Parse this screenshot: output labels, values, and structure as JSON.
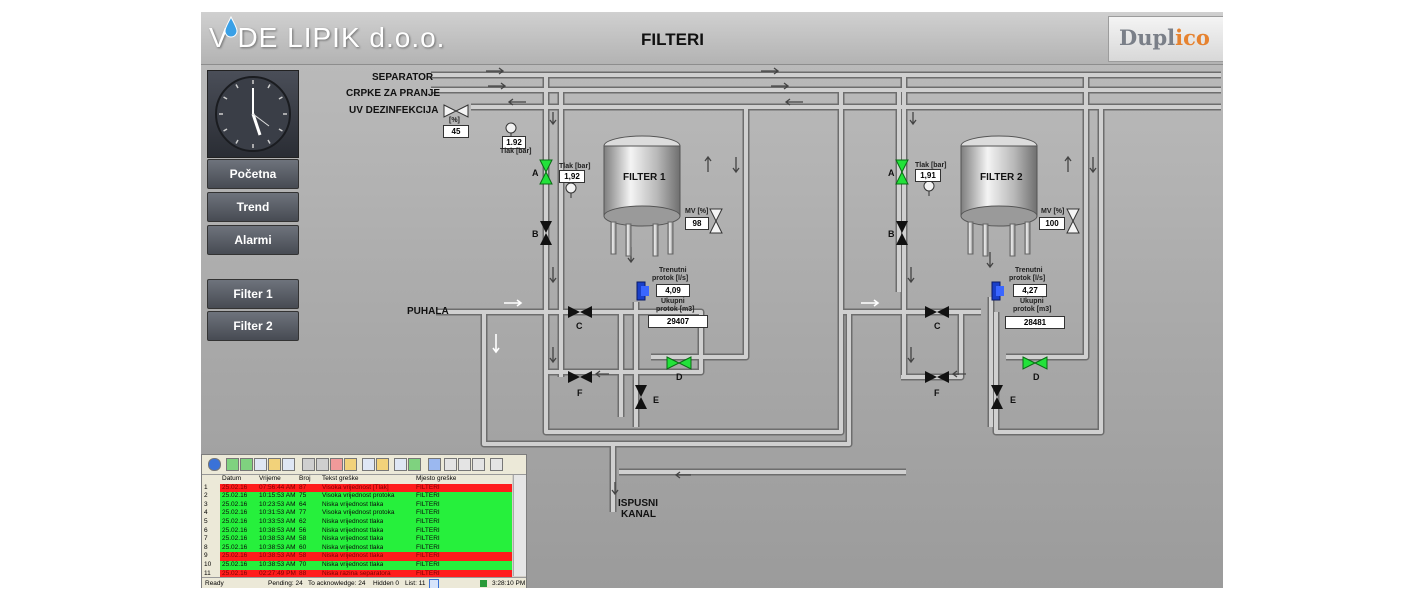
{
  "header": {
    "logo_text": "V  DE LIPIK d.o.o.",
    "title": "FILTERI",
    "brand_pre": "Dupl",
    "brand_i": "i",
    "brand_post": "co"
  },
  "nav": {
    "pocetna": "Početna",
    "trend": "Trend",
    "alarmi": "Alarmi",
    "filter1": "Filter 1",
    "filter2": "Filter 2"
  },
  "clock": {
    "time": "3:28:10 PM"
  },
  "pipes": {
    "separator": "SEPARATOR",
    "crpke": "CRPKE ZA PRANJE",
    "uv": "UV DEZINFEKCIJA",
    "puhala": "PUHALA",
    "ispusni1": "ISPUSNI",
    "ispusni2": "KANAL"
  },
  "uv_valve": {
    "unit": "[%]",
    "value": "45"
  },
  "main_pressure": {
    "value": "1.92",
    "label": "Tlak [bar]"
  },
  "filter1": {
    "name": "FILTER 1",
    "pressure_label": "Tlak [bar]",
    "pressure": "1,92",
    "mv_label": "MV [%]",
    "mv": "98",
    "flow_label_1": "Trenutni",
    "flow_label_2": "protok [l/s]",
    "flow": "4,09",
    "total_label_1": "Ukupni",
    "total_label_2": "protok [m3]",
    "total": "29407",
    "valves": {
      "a": "A",
      "b": "B",
      "c": "C",
      "d": "D",
      "e": "E",
      "f": "F"
    }
  },
  "filter2": {
    "name": "FILTER 2",
    "pressure_label": "Tlak [bar]",
    "pressure": "1,91",
    "mv_label": "MV [%]",
    "mv": "100",
    "flow_label_1": "Trenutni",
    "flow_label_2": "protok [l/s]",
    "flow": "4,27",
    "total_label_1": "Ukupni",
    "total_label_2": "protok [m3]",
    "total": "28481",
    "valves": {
      "a": "A",
      "b": "B",
      "c": "C",
      "d": "D",
      "e": "E",
      "f": "F"
    }
  },
  "alarms": {
    "columns": [
      "Datum",
      "Vrijeme",
      "Broj",
      "Tekst greške",
      "Mjesto greške"
    ],
    "rows": [
      {
        "n": "1",
        "datum": "25.02.16",
        "vrijeme": "07:56:44 AM",
        "broj": "87",
        "tekst": "Visoka vrijednost [Tlak]",
        "mjesto": "FILTERI",
        "state": "red"
      },
      {
        "n": "2",
        "datum": "25.02.16",
        "vrijeme": "10:15:53 AM",
        "broj": "75",
        "tekst": "Visoka vrijednost protoka",
        "mjesto": "FILTERI",
        "state": "green"
      },
      {
        "n": "3",
        "datum": "25.02.16",
        "vrijeme": "10:23:53 AM",
        "broj": "64",
        "tekst": "Niska vrijednost tlaka",
        "mjesto": "FILTERI",
        "state": "green"
      },
      {
        "n": "4",
        "datum": "25.02.16",
        "vrijeme": "10:31:53 AM",
        "broj": "77",
        "tekst": "Visoka vrijednost protoka",
        "mjesto": "FILTERI",
        "state": "green"
      },
      {
        "n": "5",
        "datum": "25.02.16",
        "vrijeme": "10:33:53 AM",
        "broj": "62",
        "tekst": "Niska vrijednost tlaka",
        "mjesto": "FILTERI",
        "state": "green"
      },
      {
        "n": "6",
        "datum": "25.02.16",
        "vrijeme": "10:38:53 AM",
        "broj": "56",
        "tekst": "Niska vrijednost tlaka",
        "mjesto": "FILTERI",
        "state": "green"
      },
      {
        "n": "7",
        "datum": "25.02.16",
        "vrijeme": "10:38:53 AM",
        "broj": "58",
        "tekst": "Niska vrijednost tlaka",
        "mjesto": "FILTERI",
        "state": "green"
      },
      {
        "n": "8",
        "datum": "25.02.16",
        "vrijeme": "10:38:53 AM",
        "broj": "60",
        "tekst": "Niska vrijednost tlaka",
        "mjesto": "FILTERI",
        "state": "green"
      },
      {
        "n": "9",
        "datum": "25.02.16",
        "vrijeme": "10:38:53 AM",
        "broj": "58",
        "tekst": "Niska vrijednost tlaka",
        "mjesto": "FILTERI",
        "state": "red"
      },
      {
        "n": "10",
        "datum": "25.02.16",
        "vrijeme": "10:38:53 AM",
        "broj": "70",
        "tekst": "Niska vrijednost tlaka",
        "mjesto": "FILTERI",
        "state": "green"
      },
      {
        "n": "11",
        "datum": "25.02.16",
        "vrijeme": "02:27:49 PM",
        "broj": "88",
        "tekst": "Niska razina separatora",
        "mjesto": "FILTERI",
        "state": "red"
      }
    ]
  },
  "statusbar": {
    "ready": "Ready",
    "pending": "Pending: 24",
    "ack": "To acknowledge: 24",
    "hidden": "Hidden 0",
    "list": "List: 11",
    "time": "3:28:10 PM"
  },
  "colors": {
    "valve_open": "#22e23a",
    "valve_closed": "#111111",
    "pipe": "#c8c8c8",
    "alarm_red": "#ff1c1c",
    "alarm_green": "#26f03c"
  }
}
